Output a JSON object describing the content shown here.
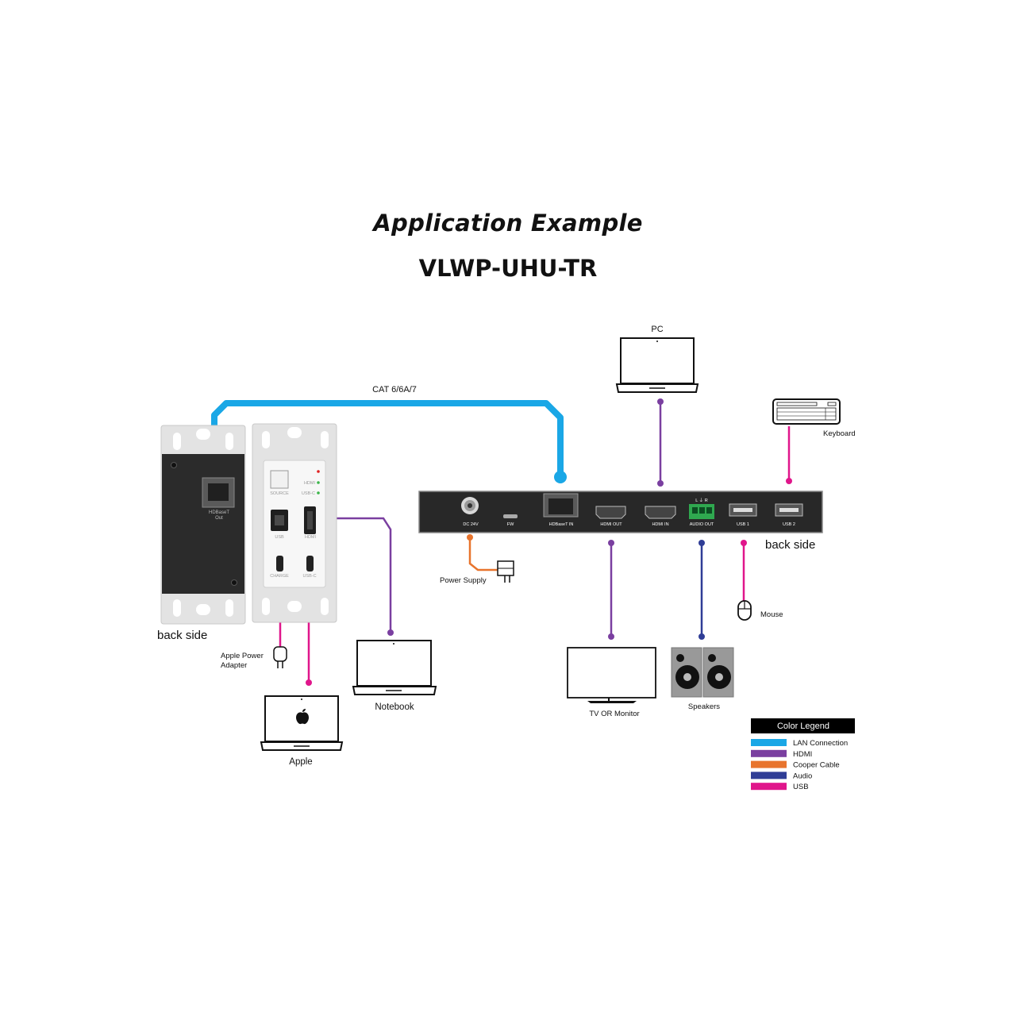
{
  "title": "Application Example",
  "model": "VLWP-UHU-TR",
  "cable_label": "CAT 6/6A/7",
  "wallplate": {
    "hdbaset_out": [
      "HDBaseT",
      "Out"
    ],
    "back_side": "back side",
    "source": "SOURCE",
    "hdmi_led": "HDMI",
    "usbc_led": "USB-C",
    "usb": "USB",
    "hdmi": "HDMI",
    "charge": "CHARGE",
    "usbc": "USB-C"
  },
  "receiver": {
    "back_side": "back side",
    "ports": [
      "DC 24V",
      "FW",
      "HDBaseT IN",
      "HDMI OUT",
      "HDMI IN",
      "AUDIO OUT",
      "USB 1",
      "USB 2"
    ],
    "audio_pins": "L  ⏚  R"
  },
  "devices": {
    "pc": "PC",
    "keyboard": "Keyboard",
    "power_supply": "Power Supply",
    "mouse": "Mouse",
    "tv": "TV OR Monitor",
    "speakers": "Speakers",
    "notebook": "Notebook",
    "apple": "Apple",
    "apple_adapter": [
      "Apple Power",
      "Adapter"
    ]
  },
  "legend": {
    "title": "Color Legend",
    "items": [
      {
        "label": "LAN Connection",
        "color": "#1aa7e6"
      },
      {
        "label": "HDMI",
        "color": "#7a3fa0"
      },
      {
        "label": "Cooper Cable",
        "color": "#e8742d"
      },
      {
        "label": "Audio",
        "color": "#2f3d96"
      },
      {
        "label": "USB",
        "color": "#e0168b"
      }
    ]
  },
  "colors": {
    "lan": "#1aa7e6",
    "hdmi": "#7a3fa0",
    "copper": "#e8742d",
    "audio": "#2f3d96",
    "usb": "#e0168b"
  }
}
